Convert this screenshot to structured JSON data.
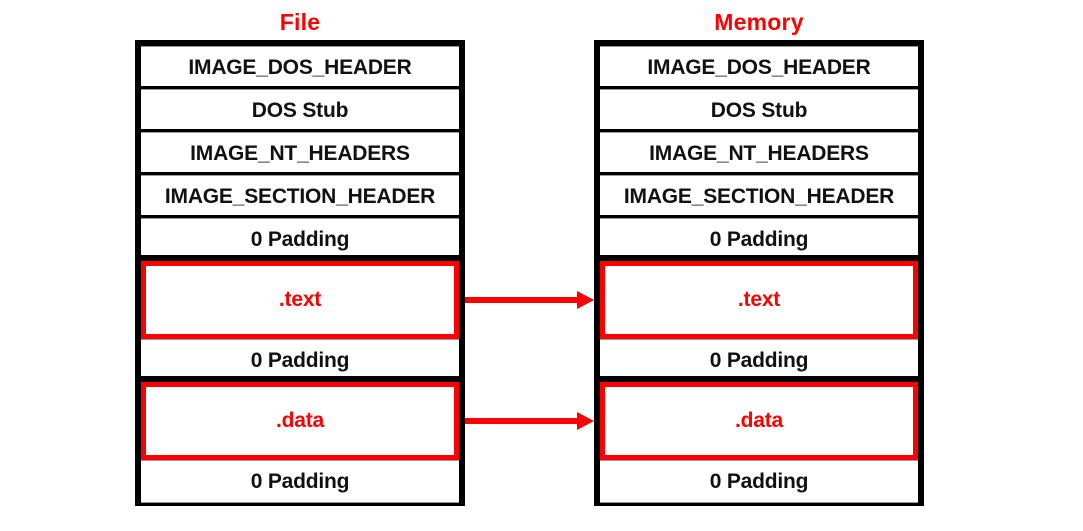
{
  "diagram": {
    "title_file": "File",
    "title_memory": "Memory",
    "accent_red": "#FF0000",
    "frame_black": "#000000",
    "columns": [
      {
        "name": "file",
        "title": "File",
        "rows": [
          {
            "label": "IMAGE_DOS_HEADER",
            "kind": "plain"
          },
          {
            "label": "DOS Stub",
            "kind": "plain"
          },
          {
            "label": "IMAGE_NT_HEADERS",
            "kind": "plain"
          },
          {
            "label": "IMAGE_SECTION_HEADER",
            "kind": "plain"
          },
          {
            "label": "0 Padding",
            "kind": "plain"
          },
          {
            "label": ".text",
            "kind": "section"
          },
          {
            "label": "0 Padding",
            "kind": "plain"
          },
          {
            "label": ".data",
            "kind": "section"
          },
          {
            "label": "0 Padding",
            "kind": "plain"
          }
        ]
      },
      {
        "name": "memory",
        "title": "Memory",
        "rows": [
          {
            "label": "IMAGE_DOS_HEADER",
            "kind": "plain"
          },
          {
            "label": "DOS Stub",
            "kind": "plain"
          },
          {
            "label": "IMAGE_NT_HEADERS",
            "kind": "plain"
          },
          {
            "label": "IMAGE_SECTION_HEADER",
            "kind": "plain"
          },
          {
            "label": "0 Padding",
            "kind": "plain"
          },
          {
            "label": ".text",
            "kind": "section"
          },
          {
            "label": "0 Padding",
            "kind": "plain"
          },
          {
            "label": ".data",
            "kind": "section"
          },
          {
            "label": "0 Padding",
            "kind": "plain"
          }
        ]
      }
    ],
    "arrows": [
      {
        "name": "arrow-text",
        "from": ".text",
        "to": ".text"
      },
      {
        "name": "arrow-data",
        "from": ".data",
        "to": ".data"
      }
    ]
  }
}
